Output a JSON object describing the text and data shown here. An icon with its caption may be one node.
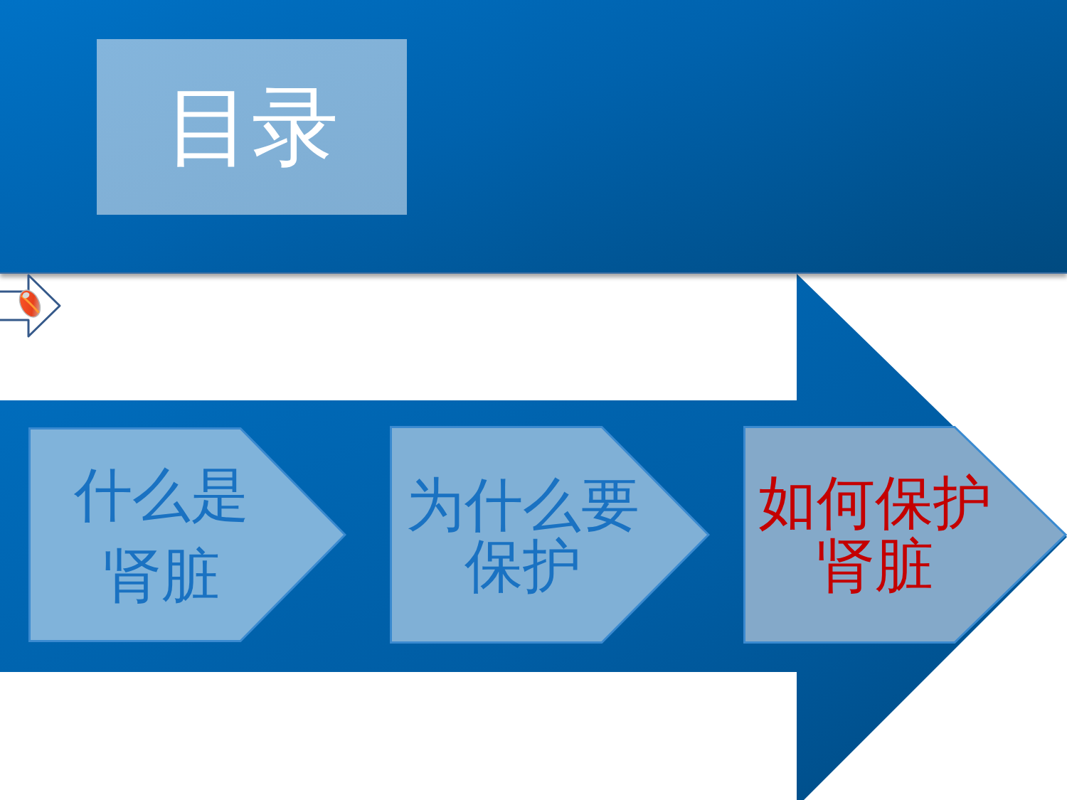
{
  "diagram": {
    "nodes": [
      {
        "text": [],
        "shape": "bar"
      },
      {
        "text": [
          "目录"
        ],
        "in": 0
      },
      {
        "text": [],
        "shape": "arrow"
      },
      {
        "text": [
          "什么是肾脏"
        ],
        "in": 2
      },
      {
        "text": [
          "为什么要保护"
        ],
        "in": 2
      },
      {
        "text": [
          "如何保护肾脏"
        ],
        "in": 2
      }
    ]
  }
}
